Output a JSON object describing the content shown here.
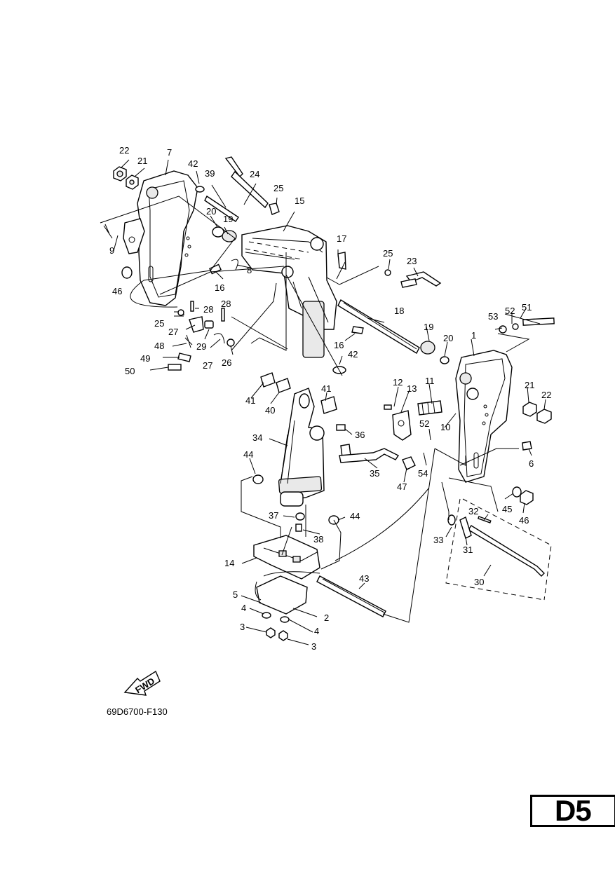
{
  "figure_code": "69D6700-F130",
  "page_label": "D5",
  "fwd_label": "FWD",
  "callouts": {
    "c1": "1",
    "c2": "2",
    "c3a": "3",
    "c3b": "3",
    "c4a": "4",
    "c4b": "4",
    "c5": "5",
    "c6": "6",
    "c7": "7",
    "c8": "8",
    "c9": "9",
    "c10": "10",
    "c11": "11",
    "c12": "12",
    "c13": "13",
    "c14": "14",
    "c15": "15",
    "c16a": "16",
    "c16b": "16",
    "c17": "17",
    "c18": "18",
    "c19a": "19",
    "c19b": "19",
    "c20a": "20",
    "c20b": "20",
    "c21a": "21",
    "c21b": "21",
    "c22a": "22",
    "c22b": "22",
    "c23": "23",
    "c24": "24",
    "c25a": "25",
    "c25b": "25",
    "c25c": "25",
    "c26": "26",
    "c27a": "27",
    "c27b": "27",
    "c28a": "28",
    "c28b": "28",
    "c29": "29",
    "c30": "30",
    "c31": "31",
    "c32": "32",
    "c33": "33",
    "c34": "34",
    "c35": "35",
    "c36": "36",
    "c37": "37",
    "c38": "38",
    "c39": "39",
    "c40": "40",
    "c41a": "41",
    "c41b": "41",
    "c42a": "42",
    "c42b": "42",
    "c43": "43",
    "c44a": "44",
    "c44b": "44",
    "c45": "45",
    "c46a": "46",
    "c46b": "46",
    "c47": "47",
    "c48": "48",
    "c49": "49",
    "c50": "50",
    "c51": "51",
    "c52a": "52",
    "c52b": "52",
    "c53": "53",
    "c54": "54"
  }
}
